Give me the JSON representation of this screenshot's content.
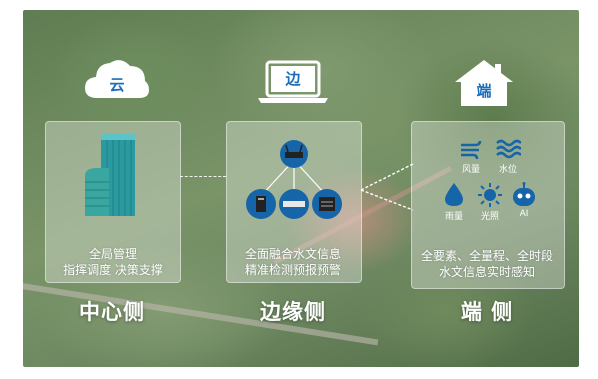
{
  "cloud": {
    "icon_label": "云",
    "caption_line1": "全局管理",
    "caption_line2": "指挥调度 决策支撑",
    "title": "中心侧"
  },
  "edge": {
    "icon_label": "边",
    "caption_line1": "全面融合水文信息",
    "caption_line2": "精准检测预报预警",
    "title": "边缘侧"
  },
  "device": {
    "icon_label": "端",
    "sensors": [
      {
        "label": "风量",
        "icon": "wind-icon"
      },
      {
        "label": "水位",
        "icon": "water-level-icon"
      },
      {
        "label": "雨量",
        "icon": "rain-icon"
      },
      {
        "label": "光照",
        "icon": "sun-icon"
      },
      {
        "label": "AI",
        "icon": "ai-robot-icon"
      }
    ],
    "caption_line1": "全要素、全量程、全时段",
    "caption_line2": "水文信息实时感知",
    "title": "端 侧"
  },
  "colors": {
    "accent_blue": "#1a6fb8",
    "teal": "#2a9aa8",
    "device_blue": "#1565a8"
  }
}
